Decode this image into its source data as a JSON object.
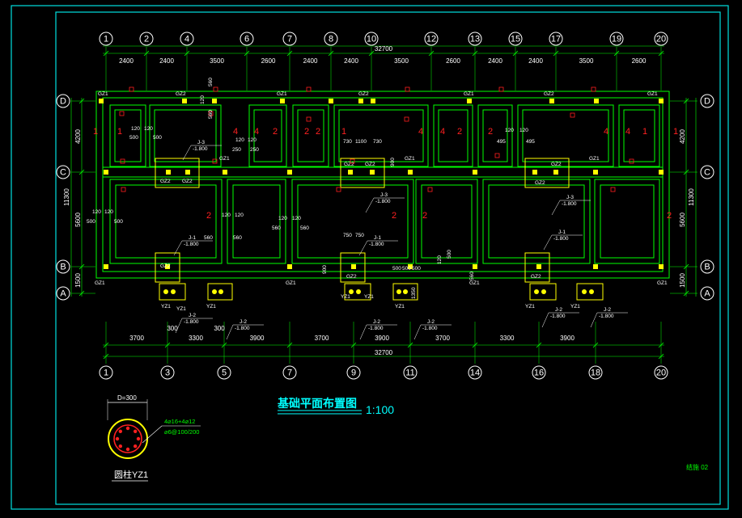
{
  "drawing": {
    "title": "基础平面布置图",
    "scale": "1:100",
    "sheet_no": "结施 02"
  },
  "column_detail": {
    "title": "圆柱YZ1",
    "diameter": "D=300",
    "rebar_main": "4⌀16+4⌀12",
    "rebar_stirrup": "⌀6@100/200"
  },
  "top_axes": [
    "1",
    "2",
    "4",
    "6",
    "7",
    "8",
    "10",
    "12",
    "13",
    "15",
    "17",
    "19",
    "20"
  ],
  "top_dims": [
    "2400",
    "2400",
    "3500",
    "2600",
    "2400",
    "2400",
    "3500",
    "2600",
    "2400",
    "2400",
    "3500",
    "2600"
  ],
  "top_total": "32700",
  "bottom_axes": [
    "1",
    "3",
    "5",
    "7",
    "9",
    "11",
    "14",
    "16",
    "18",
    "20"
  ],
  "bottom_dims": [
    "3700",
    "3300",
    "3900",
    "3700",
    "3900",
    "3700",
    "3300",
    "3900"
  ],
  "bottom_total": "32700",
  "bottom_small_dims": [
    "300",
    "300"
  ],
  "row_axes": [
    "D",
    "C",
    "B",
    "A"
  ],
  "side_dims": [
    "4200",
    "5600",
    "1500"
  ],
  "side_total": "11300",
  "labels": {
    "gz1": "GZ1",
    "gz2": "GZ2",
    "yz1": "YZ1",
    "j1": "J-1",
    "j2": "J-2",
    "j3": "J-3",
    "elev": "-1.800"
  },
  "marks": {
    "one": "1",
    "two": "2",
    "four": "4",
    "d120": "120",
    "d500": "500",
    "d560": "560",
    "d250": "250",
    "d495": "495",
    "d730": "730",
    "d1100": "1100",
    "d750": "750",
    "d900": "900",
    "d1350": "1350"
  }
}
